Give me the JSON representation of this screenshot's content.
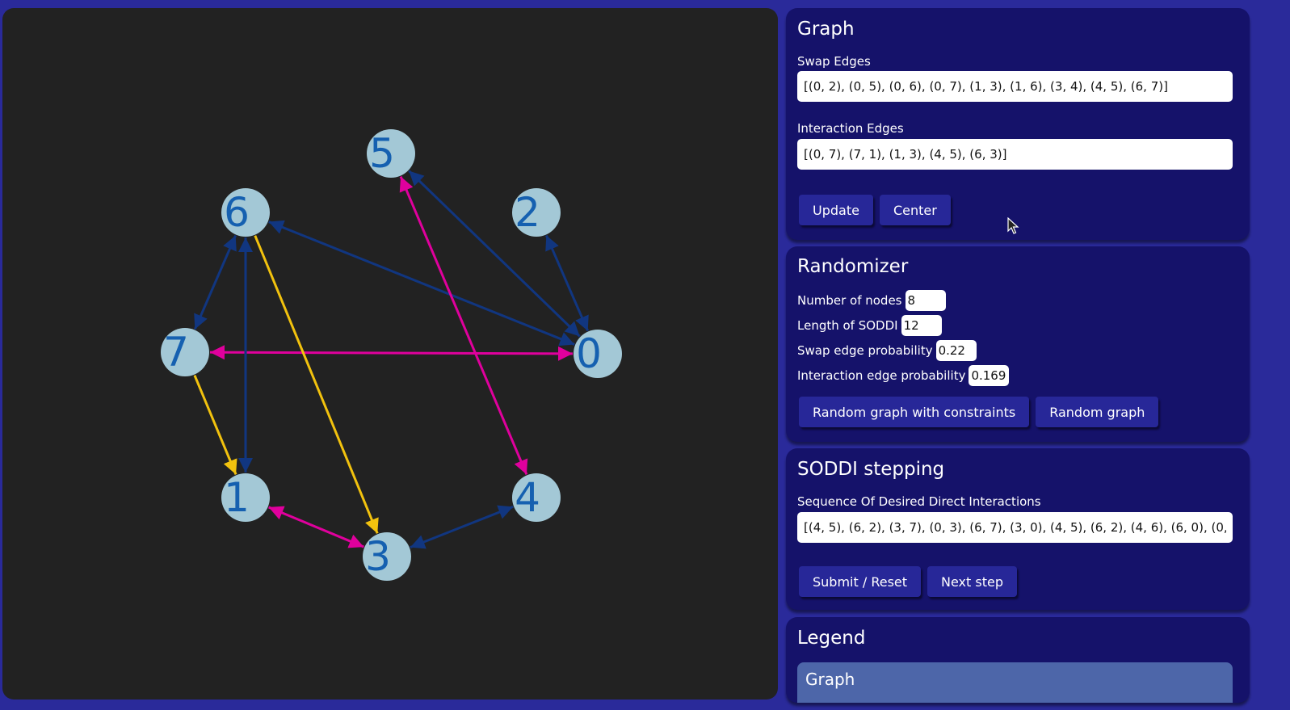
{
  "graph_view": {
    "nodes": [
      {
        "id": "0",
        "label": "0"
      },
      {
        "id": "1",
        "label": "1"
      },
      {
        "id": "2",
        "label": "2"
      },
      {
        "id": "3",
        "label": "3"
      },
      {
        "id": "4",
        "label": "4"
      },
      {
        "id": "5",
        "label": "5"
      },
      {
        "id": "6",
        "label": "6"
      },
      {
        "id": "7",
        "label": "7"
      }
    ],
    "edges": [
      {
        "from": "0",
        "to": "2",
        "kind": "swap",
        "arrows": "both"
      },
      {
        "from": "0",
        "to": "5",
        "kind": "swap",
        "arrows": "both"
      },
      {
        "from": "0",
        "to": "6",
        "kind": "swap",
        "arrows": "both"
      },
      {
        "from": "0",
        "to": "7",
        "kind": "interaction",
        "arrows": "both"
      },
      {
        "from": "1",
        "to": "3",
        "kind": "interaction",
        "arrows": "both"
      },
      {
        "from": "1",
        "to": "6",
        "kind": "swap",
        "arrows": "both"
      },
      {
        "from": "3",
        "to": "4",
        "kind": "swap",
        "arrows": "both"
      },
      {
        "from": "4",
        "to": "5",
        "kind": "interaction",
        "arrows": "both"
      },
      {
        "from": "6",
        "to": "7",
        "kind": "swap",
        "arrows": "both"
      },
      {
        "from": "6",
        "to": "3",
        "kind": "soddi",
        "arrows": "to"
      },
      {
        "from": "7",
        "to": "1",
        "kind": "soddi",
        "arrows": "to"
      }
    ],
    "colors": {
      "swap": "#113680",
      "interaction": "#e0009d",
      "soddi": "#f2c20e",
      "node_fill": "#a3c8d6",
      "node_label": "#1560b0"
    }
  },
  "graph_panel": {
    "title": "Graph",
    "swap_edges_label": "Swap Edges",
    "swap_edges_value": "[(0, 2), (0, 5), (0, 6), (0, 7), (1, 3), (1, 6), (3, 4), (4, 5), (6, 7)]",
    "interaction_edges_label": "Interaction Edges",
    "interaction_edges_value": "[(0, 7), (7, 1), (1, 3), (4, 5), (6, 3)]",
    "update_button": "Update",
    "center_button": "Center"
  },
  "randomizer": {
    "title": "Randomizer",
    "nodes_label": "Number of nodes",
    "nodes_value": "8",
    "soddi_length_label": "Length of SODDI",
    "soddi_length_value": "12",
    "swap_prob_label": "Swap edge probability",
    "swap_prob_value": "0.22",
    "interaction_prob_label": "Interaction edge probability",
    "interaction_prob_value": "0.169",
    "constrained_button": "Random graph with constraints",
    "random_button": "Random graph"
  },
  "soddi": {
    "title": "SODDI stepping",
    "sequence_label": "Sequence Of Desired Direct Interactions",
    "sequence_value": "[(4, 5), (6, 2), (3, 7), (0, 3), (6, 7), (3, 0), (4, 5), (6, 2), (4, 6), (6, 0), (0,",
    "submit_button": "Submit / Reset",
    "next_button": "Next step"
  },
  "legend": {
    "title": "Legend",
    "graph_card_title": "Graph"
  },
  "cursor_icon": "mouse-pointer-icon"
}
